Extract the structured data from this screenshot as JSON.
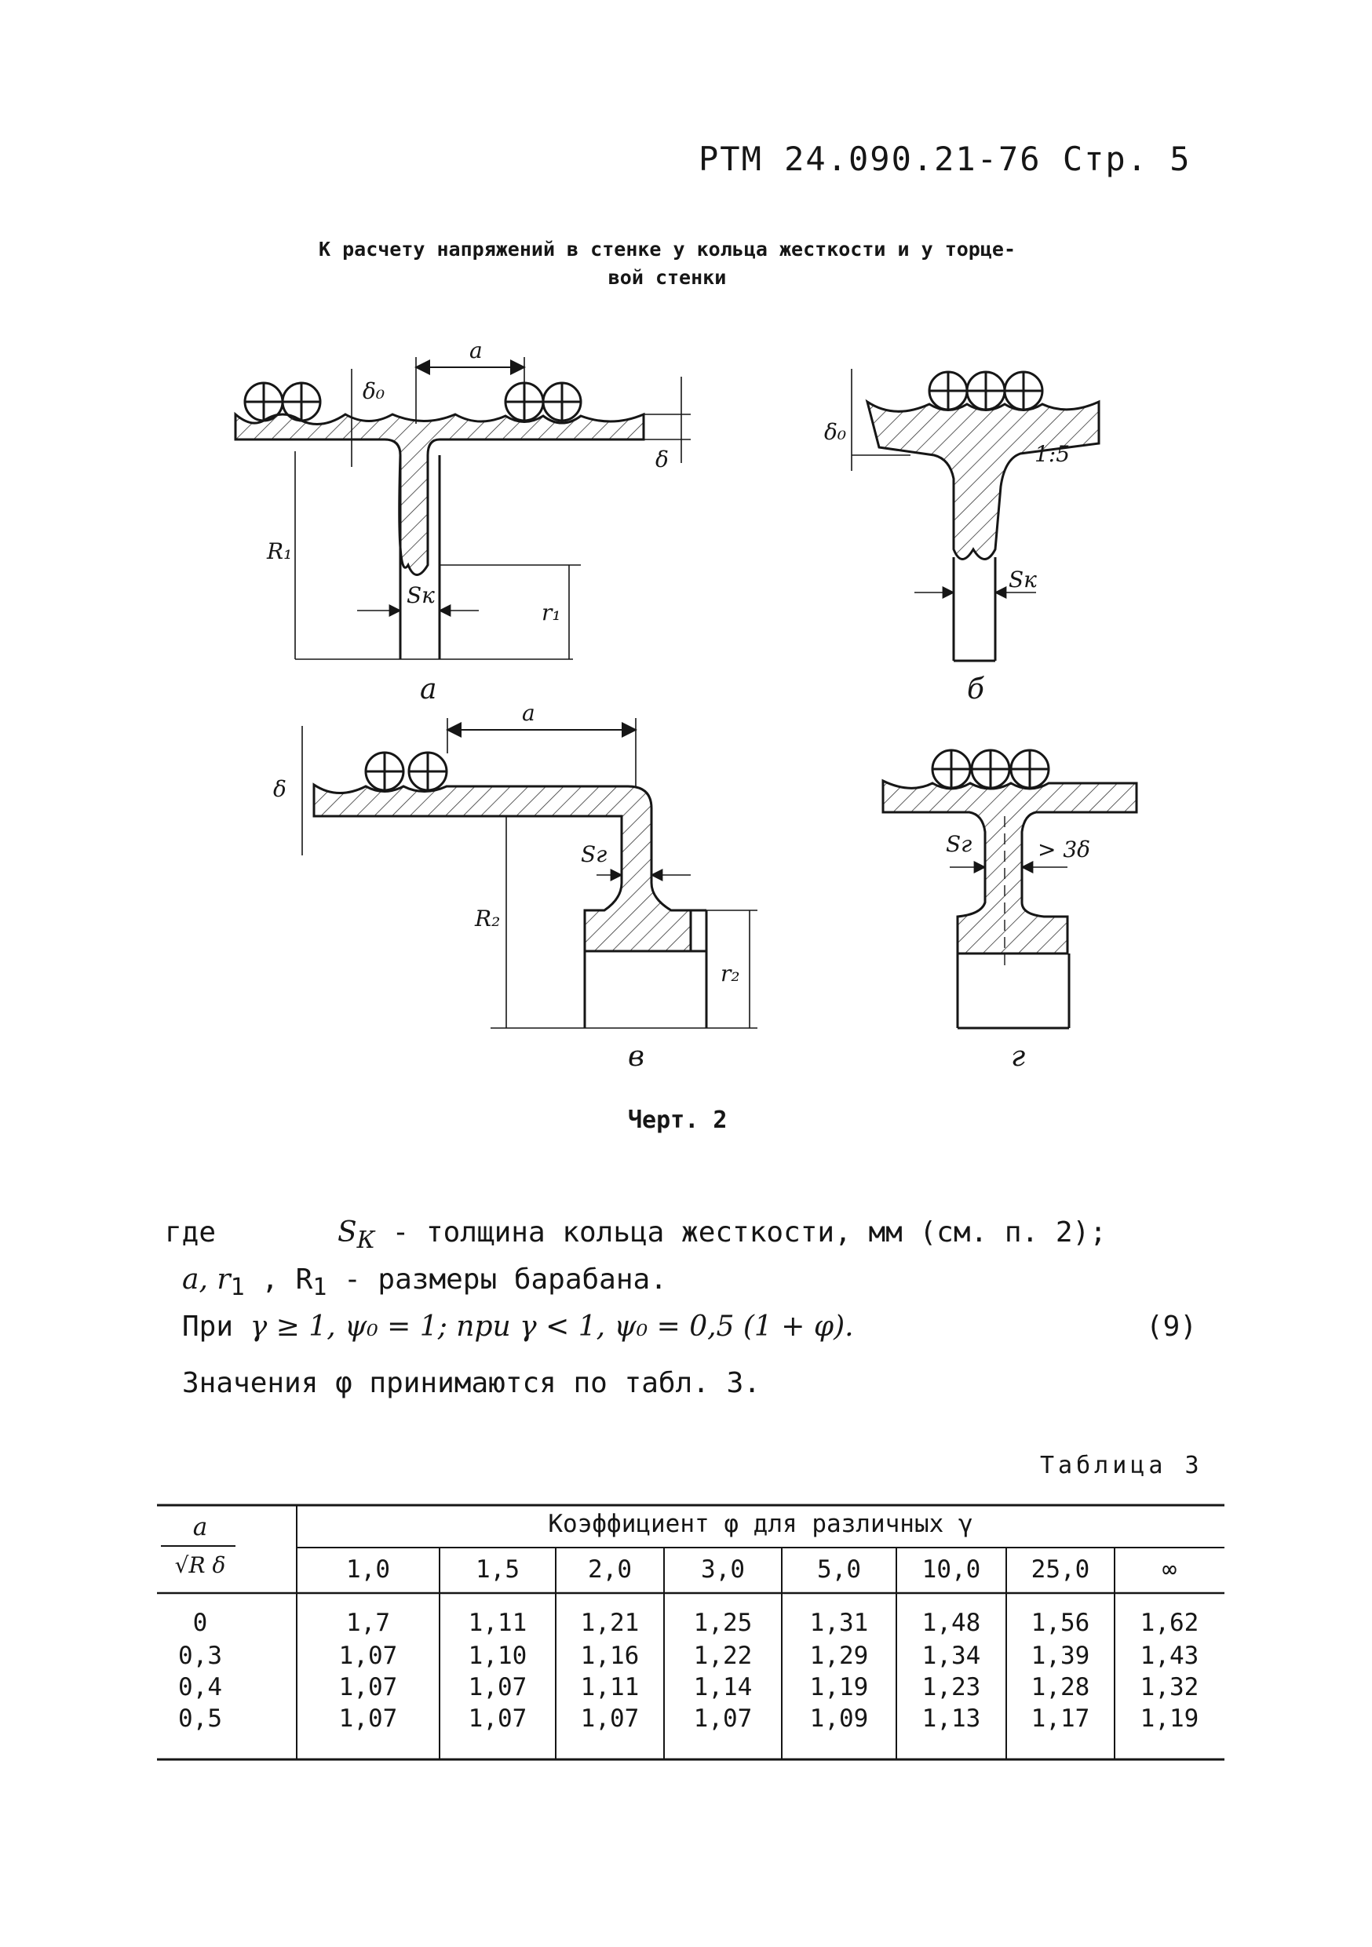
{
  "header": {
    "code": "РТМ 24.090.21-76 Стр. 5"
  },
  "caption": {
    "line1": "К расчету напряжений в стенке у кольца жесткости и у торце-",
    "line2": "вой стенки"
  },
  "figure": {
    "sub_labels": [
      "а",
      "б",
      "в",
      "г"
    ],
    "dims": {
      "a": "a",
      "delta0": "δ₀",
      "delta": "δ",
      "R1": "R₁",
      "Sk": "Sк",
      "r1": "r₁",
      "slope": "1:5",
      "R2": "R₂",
      "Sr": "Sг",
      "r2": "r₂",
      "gt3delta": "> 3δ"
    }
  },
  "sheet_caption": "Черт. 2",
  "legend": {
    "where": "где",
    "sk_symbol": "S",
    "sk_sub": "К",
    "sk_text": "- толщина кольца жесткости, мм (см. п. 2);",
    "dims_symbols": "a, r",
    "dims_sub": "1",
    "dims_mid": " , R",
    "dims_sub2": "1",
    "dims_text": "- размеры барабана.",
    "formula_prefix": "При",
    "formula": "γ ≥ 1,  ψ₀ = 1; при  γ < 1,  ψ₀ = 0,5 (1 + φ).",
    "formula_number": "(9)",
    "values_text": "Значения φ принимаются по табл. 3."
  },
  "table": {
    "title": "Таблица 3",
    "row_header_top": "a",
    "row_header_bottom": "√R δ",
    "group_header": "Коэффициент φ для различных γ",
    "columns": [
      "1,0",
      "1,5",
      "2,0",
      "3,0",
      "5,0",
      "10,0",
      "25,0",
      "∞"
    ],
    "rows": [
      {
        "key": "0",
        "values": [
          "1,7",
          "1,11",
          "1,21",
          "1,25",
          "1,31",
          "1,48",
          "1,56",
          "1,62"
        ]
      },
      {
        "key": "0,3",
        "values": [
          "1,07",
          "1,10",
          "1,16",
          "1,22",
          "1,29",
          "1,34",
          "1,39",
          "1,43"
        ]
      },
      {
        "key": "0,4",
        "values": [
          "1,07",
          "1,07",
          "1,11",
          "1,14",
          "1,19",
          "1,23",
          "1,28",
          "1,32"
        ]
      },
      {
        "key": "0,5",
        "values": [
          "1,07",
          "1,07",
          "1,07",
          "1,07",
          "1,09",
          "1,13",
          "1,17",
          "1,19"
        ]
      }
    ]
  }
}
